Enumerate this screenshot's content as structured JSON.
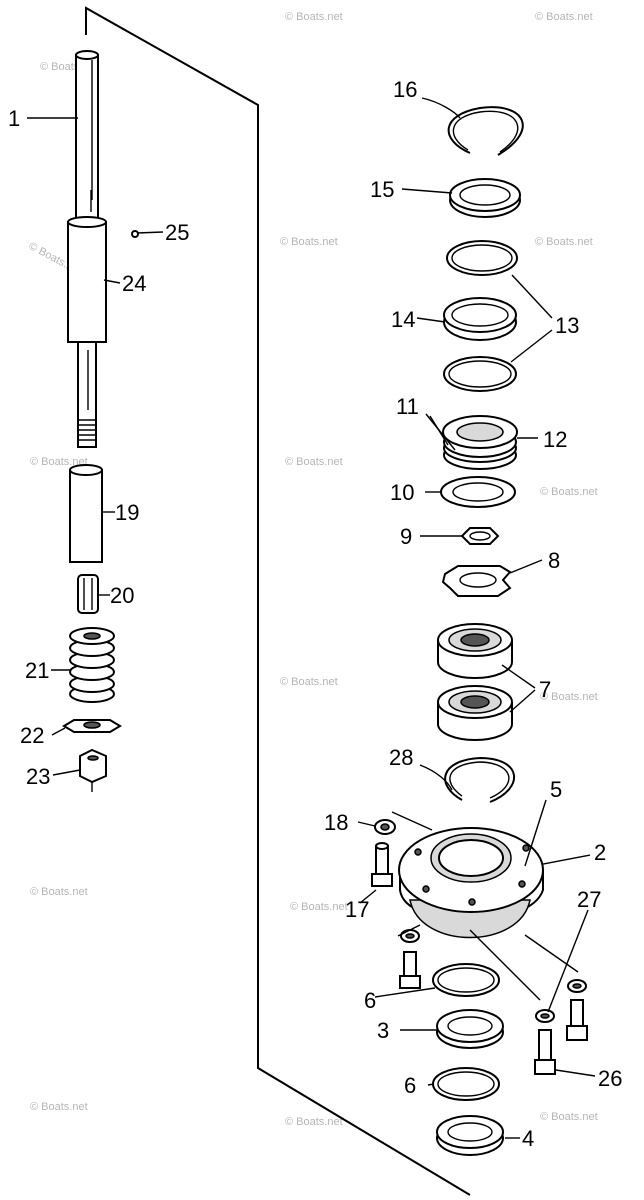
{
  "callouts": [
    "1",
    "2",
    "3",
    "4",
    "5",
    "6",
    "6",
    "7",
    "8",
    "9",
    "10",
    "11",
    "12",
    "13",
    "14",
    "15",
    "16",
    "17",
    "18",
    "19",
    "20",
    "21",
    "22",
    "23",
    "24",
    "25",
    "26",
    "27",
    "28"
  ],
  "watermark": "© Boats.net"
}
